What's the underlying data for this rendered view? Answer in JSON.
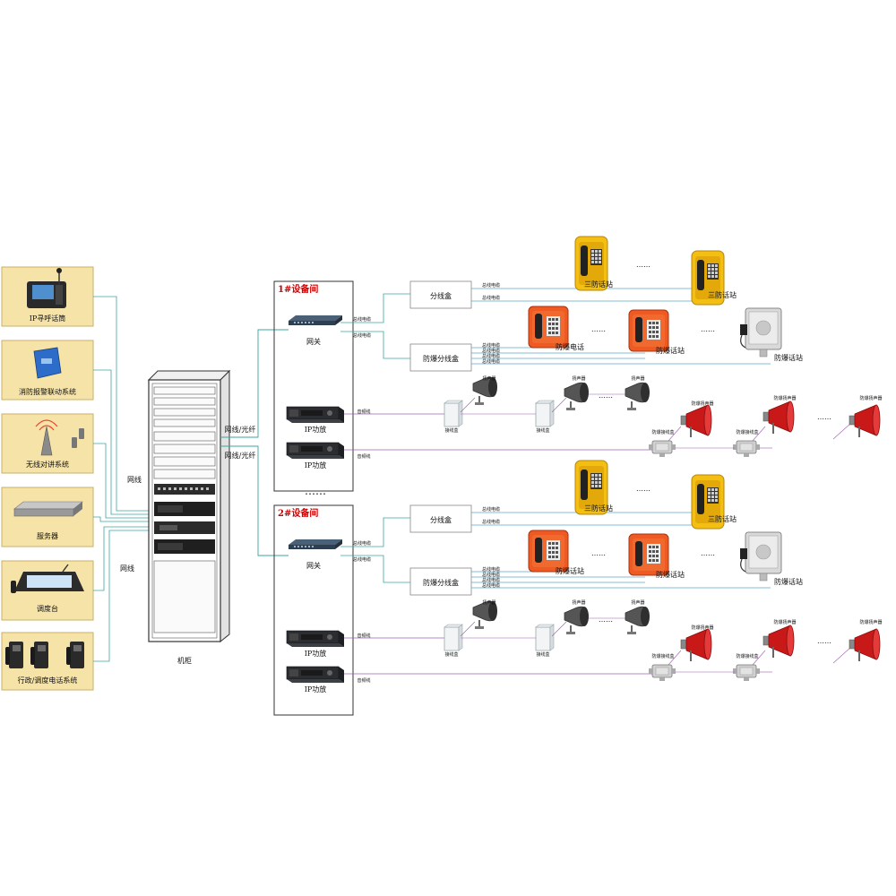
{
  "colors": {
    "panel_fill": "#f6e3a8",
    "panel_border": "#c9b06a",
    "net_line": "#3aa6a0",
    "cable_line": "#5aa7c9",
    "audio_line": "#9b5fb4",
    "room_title": "#d40000",
    "phone_yellow": "#f2bf12",
    "phone_orange": "#ee5a22",
    "horn_red": "#c81818"
  },
  "left_panel": [
    {
      "label": "IP寻呼话筒",
      "icon": "ip-paging-microphone-icon"
    },
    {
      "label": "消防报警联动系统",
      "icon": "fire-alarm-controller-icon"
    },
    {
      "label": "无线对讲系统",
      "icon": "wireless-intercom-tower-icon"
    },
    {
      "label": "服务器",
      "icon": "server-icon"
    },
    {
      "label": "调度台",
      "icon": "dispatch-console-icon"
    },
    {
      "label": "行政/调度电话系统",
      "icon": "office-phones-icon"
    }
  ],
  "cabinet": {
    "label": "机柜"
  },
  "link_labels": {
    "net_line_1": "网线",
    "net_line_2": "网线",
    "fiber_1": "网线/光纤",
    "fiber_2": "网线/光纤",
    "ellipsis_rooms": "……"
  },
  "rooms": [
    {
      "title": "1#设备间",
      "gateway": "网关",
      "amp1": "IP功放",
      "amp2": "IP功放",
      "cable1": "总线电缆",
      "cable2": "总线电缆",
      "audio1": "音频线",
      "audio2": "音频线",
      "branch_box": "分线盒",
      "ex_branch_box": "防爆分线盒",
      "branch_cable_a": "总线电缆",
      "branch_cable_b": "总线电缆",
      "ex_cable_a": "总线电缆",
      "ex_cable_b": "总线电缆",
      "ex_cable_c": "总线电缆",
      "ex_cable_d": "总线电缆",
      "station_a1": "三防话站",
      "station_a2": "三防话站",
      "station_b1": "防爆电话",
      "station_b2": "防爆话站",
      "station_b3": "防爆话站",
      "jbox1": "接线盒",
      "jbox2": "接线盒",
      "spk1": "扬声器",
      "spk2": "扬声器",
      "spk3": "扬声器",
      "ex_jbox1": "防爆接线盒",
      "ex_jbox2": "防爆接线盒",
      "ex_spk1": "防爆扬声器",
      "ex_spk2": "防爆扬声器",
      "ex_spk3": "防爆扬声器",
      "dots": "……"
    },
    {
      "title": "2#设备间",
      "gateway": "网关",
      "amp1": "IP功放",
      "amp2": "IP功放",
      "cable1": "总线电缆",
      "cable2": "总线电缆",
      "audio1": "音频线",
      "audio2": "音频线",
      "branch_box": "分线盒",
      "ex_branch_box": "防爆分线盒",
      "branch_cable_a": "总线电缆",
      "branch_cable_b": "总线电缆",
      "ex_cable_a": "总线电缆",
      "ex_cable_b": "总线电缆",
      "ex_cable_c": "总线电缆",
      "ex_cable_d": "总线电缆",
      "station_a1": "三防话站",
      "station_a2": "三防话站",
      "station_b1": "防爆话站",
      "station_b2": "防爆话站",
      "station_b3": "防爆话站",
      "jbox1": "接线盒",
      "jbox2": "接线盒",
      "spk1": "扬声器",
      "spk2": "扬声器",
      "spk3": "扬声器",
      "ex_jbox1": "防爆接线盒",
      "ex_jbox2": "防爆接线盒",
      "ex_spk1": "防爆扬声器",
      "ex_spk2": "防爆扬声器",
      "ex_spk3": "防爆扬声器",
      "dots": "……"
    }
  ]
}
